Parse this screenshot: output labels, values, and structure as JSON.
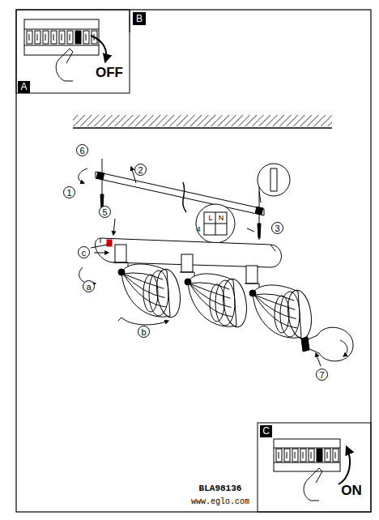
{
  "diagram": {
    "labels": [
      "B",
      "OFF",
      "A",
      "6",
      "2",
      "1",
      "5",
      "3",
      "L",
      "N",
      "4",
      "c",
      "a",
      "b",
      "7",
      "C",
      "ON",
      "BLA98136",
      "www.eglo.com"
    ]
  }
}
